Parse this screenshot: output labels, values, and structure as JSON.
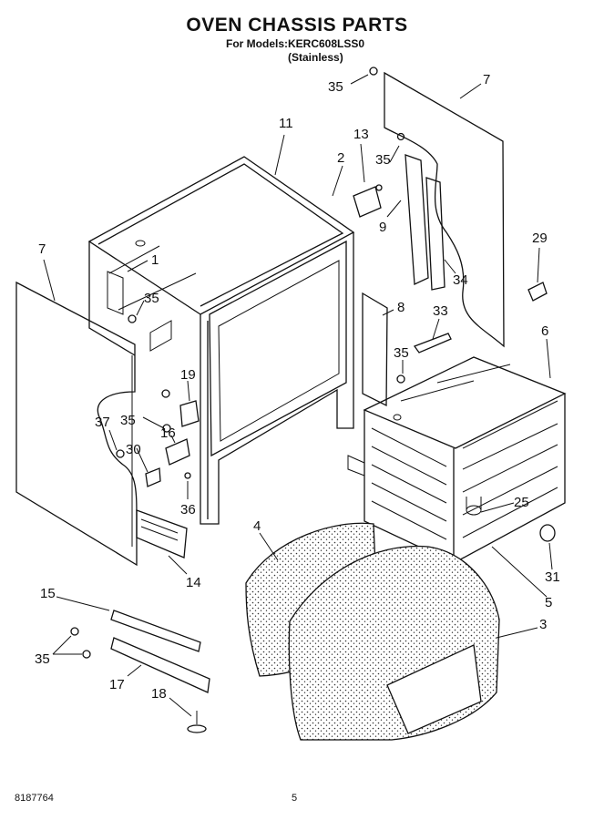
{
  "header": {
    "title": "OVEN CHASSIS PARTS",
    "models": "For Models:KERC608LSS0",
    "finish": "(Stainless)"
  },
  "footer": {
    "doc_number": "8187764",
    "page_number": "5"
  },
  "callouts": [
    "35",
    "7",
    "11",
    "13",
    "2",
    "35",
    "9",
    "29",
    "7",
    "1",
    "35",
    "34",
    "8",
    "33",
    "35",
    "6",
    "19",
    "35",
    "37",
    "16",
    "30",
    "36",
    "25",
    "4",
    "14",
    "31",
    "5",
    "15",
    "3",
    "35",
    "17",
    "18"
  ]
}
